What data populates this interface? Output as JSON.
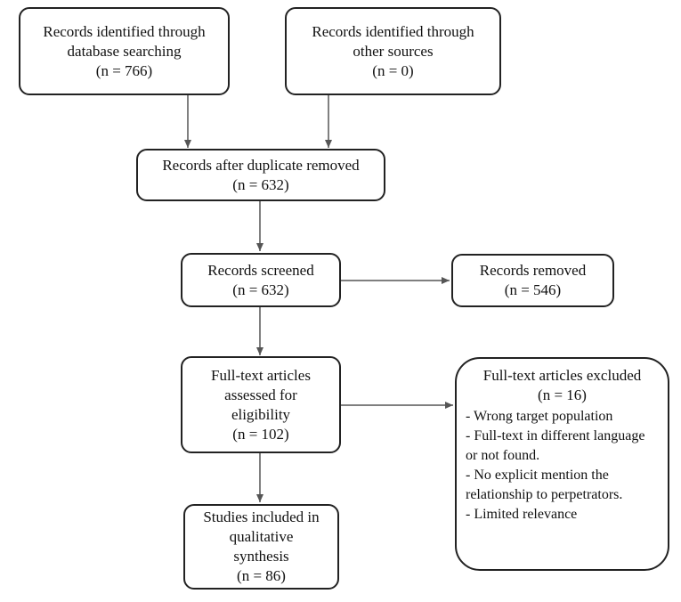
{
  "boxes": {
    "identified_db": {
      "lines": [
        "Records identified through",
        "database searching",
        "(n = 766)"
      ]
    },
    "identified_other": {
      "lines": [
        "Records identified through",
        "other sources",
        "(n = 0)"
      ]
    },
    "after_duplicates": {
      "lines": [
        "Records after duplicate removed",
        "(n = 632)"
      ]
    },
    "screened": {
      "lines": [
        "Records screened",
        "(n = 632)"
      ]
    },
    "removed": {
      "lines": [
        "Records removed",
        "(n = 546)"
      ]
    },
    "fulltext_assessed": {
      "lines": [
        "Full-text articles",
        "assessed for",
        "eligibility",
        "(n = 102)"
      ]
    },
    "fulltext_excluded": {
      "heading": [
        "Full-text articles excluded",
        "(n = 16)"
      ],
      "reasons": [
        "- Wrong target population",
        "- Full-text in different language or not found.",
        "- No explicit mention the relationship to perpetrators.",
        "- Limited relevance"
      ]
    },
    "included": {
      "lines": [
        "Studies included in",
        "qualitative",
        "synthesis",
        "(n = 86)"
      ]
    }
  },
  "colors": {
    "stroke": "#222222",
    "arrow": "#555555",
    "text": "#111111"
  }
}
